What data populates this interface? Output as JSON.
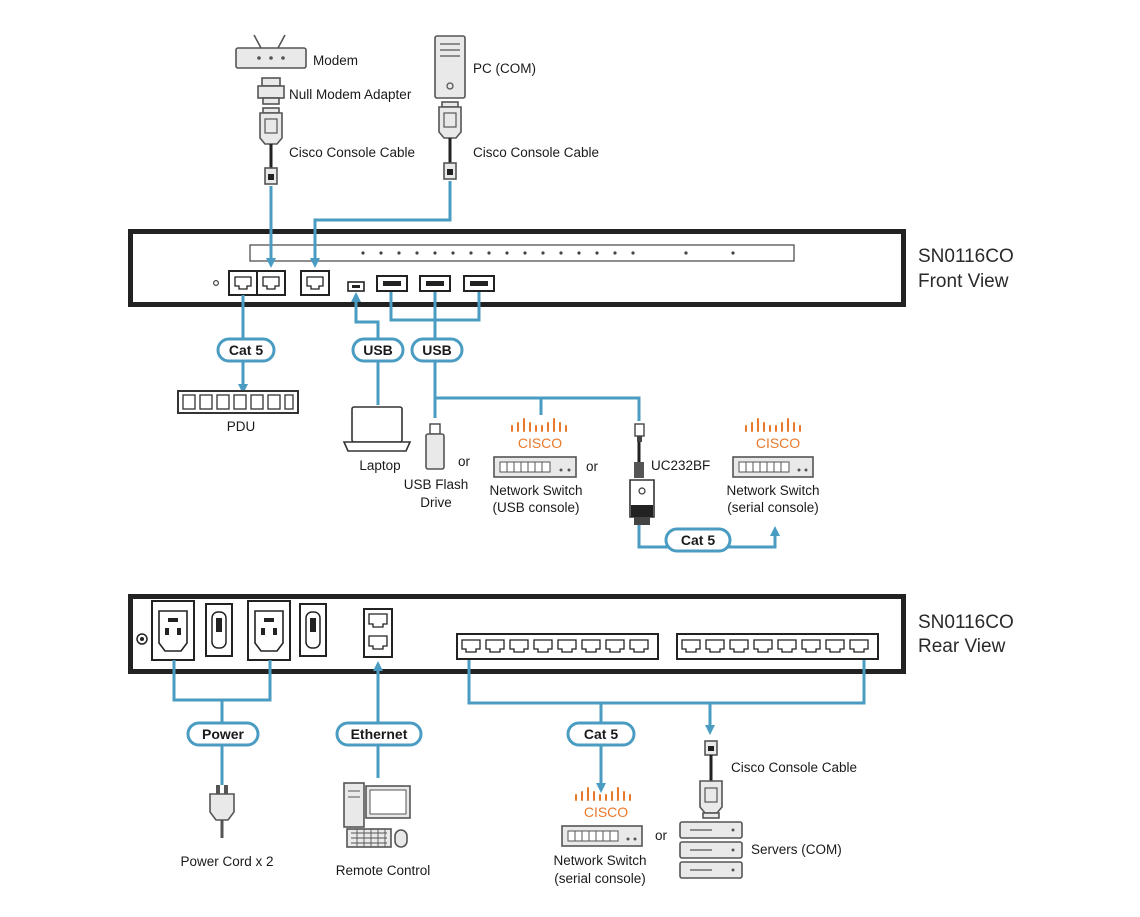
{
  "front": {
    "model": "SN0116CO",
    "view": "Front View",
    "top_devices": {
      "modem": "Modem",
      "null_modem": "Null Modem Adapter",
      "cable_left": "Cisco Console Cable",
      "pc": "PC (COM)",
      "cable_right": "Cisco Console Cable"
    },
    "pills": {
      "cat5": "Cat 5",
      "usb_laptop": "USB",
      "usb_ports": "USB",
      "cat5_uc": "Cat 5"
    },
    "pdu": "PDU",
    "laptop": "Laptop",
    "flash_line1": "USB Flash",
    "flash_line2": "Drive",
    "or1": "or",
    "or2": "or",
    "cisco_logo_1": "CISCO",
    "switch_usb_line1": "Network Switch",
    "switch_usb_line2": "(USB console)",
    "uc232bf": "UC232BF",
    "cisco_logo_2": "CISCO",
    "switch_serial_line1": "Network Switch",
    "switch_serial_line2": "(serial console)"
  },
  "rear": {
    "model": "SN0116CO",
    "view": "Rear View",
    "pills": {
      "power": "Power",
      "ethernet": "Ethernet",
      "cat5": "Cat 5"
    },
    "power_cord": "Power Cord x 2",
    "remote": "Remote Control",
    "cisco_logo": "CISCO",
    "switch_line1": "Network Switch",
    "switch_line2": "(serial console)",
    "or": "or",
    "console_cable": "Cisco Console Cable",
    "servers": "Servers (COM)"
  },
  "colors": {
    "wire": "#4a9cc2",
    "cisco": "#e8792b",
    "chassis": "#222222"
  }
}
